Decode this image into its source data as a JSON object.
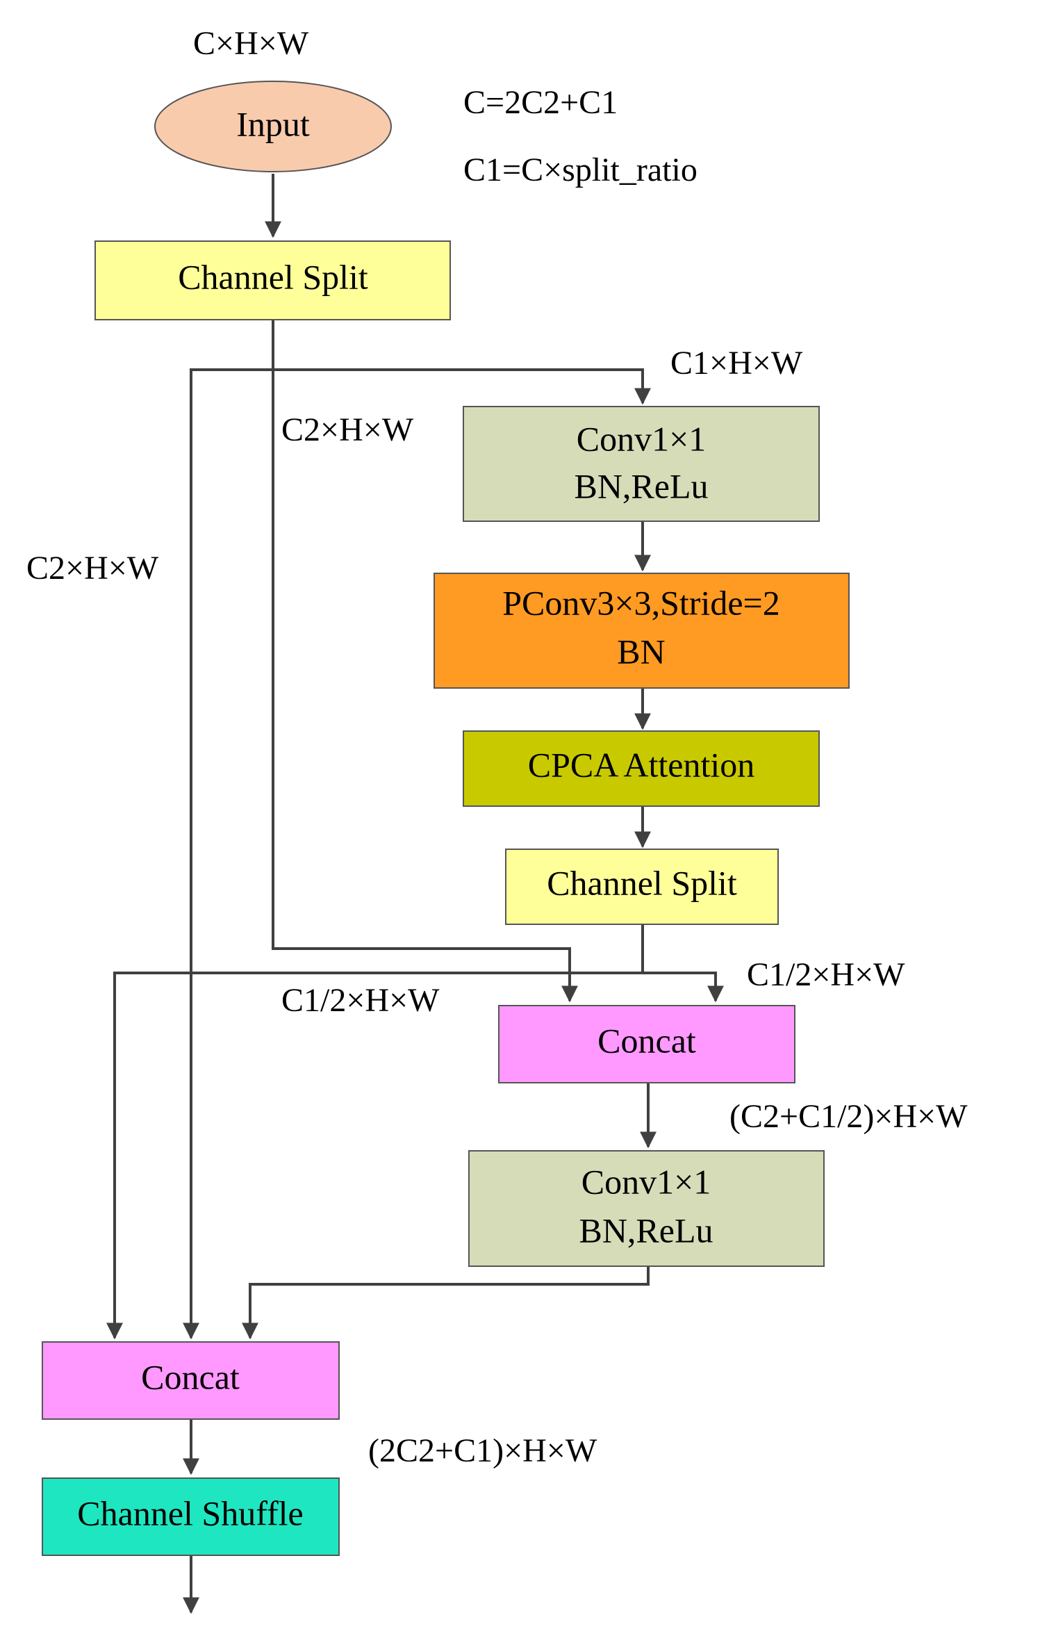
{
  "nodes": {
    "input": {
      "label": "Input",
      "fill": "#f8cbad"
    },
    "channel_split_top": {
      "label": "Channel Split",
      "fill": "#ffff99"
    },
    "conv1": {
      "line1": "Conv1×1",
      "line2": "BN,ReLu",
      "fill": "#d6dcb8"
    },
    "pconv": {
      "line1": "PConv3×3,Stride=2",
      "line2": "BN",
      "fill": "#ff9a22"
    },
    "cpca": {
      "label": "CPCA Attention",
      "fill": "#c9c900"
    },
    "channel_split_mid": {
      "label": "Channel Split",
      "fill": "#ffff99"
    },
    "concat_inner": {
      "label": "Concat",
      "fill": "#ff99ff"
    },
    "conv2": {
      "line1": "Conv1×1",
      "line2": "BN,ReLu",
      "fill": "#d6dcb8"
    },
    "concat_outer": {
      "label": "Concat",
      "fill": "#ff99ff"
    },
    "channel_shuffle": {
      "label": "Channel Shuffle",
      "fill": "#1ee6c0"
    }
  },
  "annotations": {
    "input_shape": "C×H×W",
    "eq1": "C=2C2+C1",
    "eq2": "C1=C×split_ratio",
    "branch_c1": "C1×H×W",
    "branch_c2_inner": "C2×H×W",
    "branch_c2_outer": "C2×H×W",
    "half_right": "C1/2×H×W",
    "half_left": "C1/2×H×W",
    "concat_inner_out": "(C2+C1/2)×H×W",
    "concat_outer_out": "(2C2+C1)×H×W"
  }
}
